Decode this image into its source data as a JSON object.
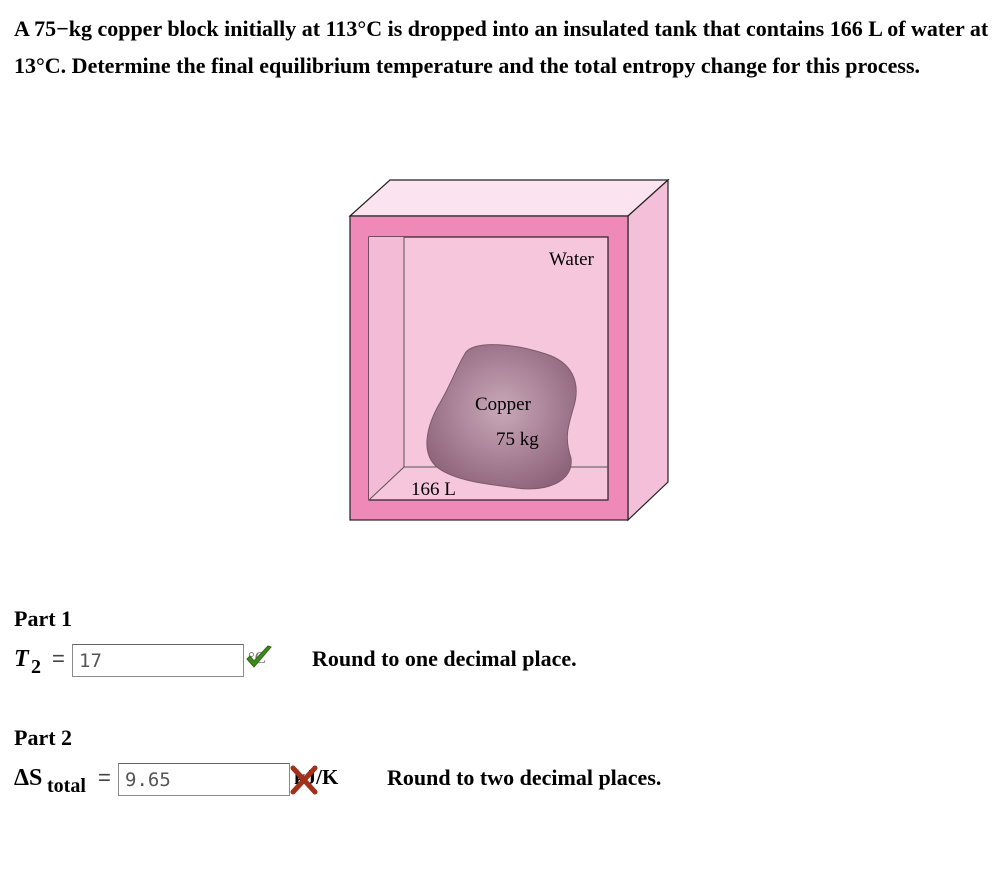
{
  "problem": {
    "text": "A 75−kg copper block initially at 113°C is dropped into an insulated tank that contains 166 L of water at 13°C. Determine the final equilibrium temperature and the total entropy change for this process."
  },
  "figure": {
    "water_label": "Water",
    "copper_label": "Copper",
    "mass_label": "75 kg",
    "volume_label": "166 L"
  },
  "part1": {
    "title": "Part 1",
    "var": "T",
    "sub": "2",
    "equals": "=",
    "value": "17",
    "unit": "°C",
    "status": "correct",
    "hint": "Round to one decimal place."
  },
  "part2": {
    "title": "Part 2",
    "var": "ΔS",
    "sub": "total",
    "equals": "=",
    "value": "9.65",
    "unit": "kJ/K",
    "status": "incorrect",
    "hint": "Round to two decimal places."
  },
  "colors": {
    "tank_frame": "#ef8ab8",
    "tank_front_wall": "#f6c6dc",
    "tank_side": "#f4bfd8",
    "tank_top": "#fbe3ef",
    "copper": "#a27b8f",
    "check_green": "#3f8a1e",
    "cross_red": "#a33018"
  }
}
